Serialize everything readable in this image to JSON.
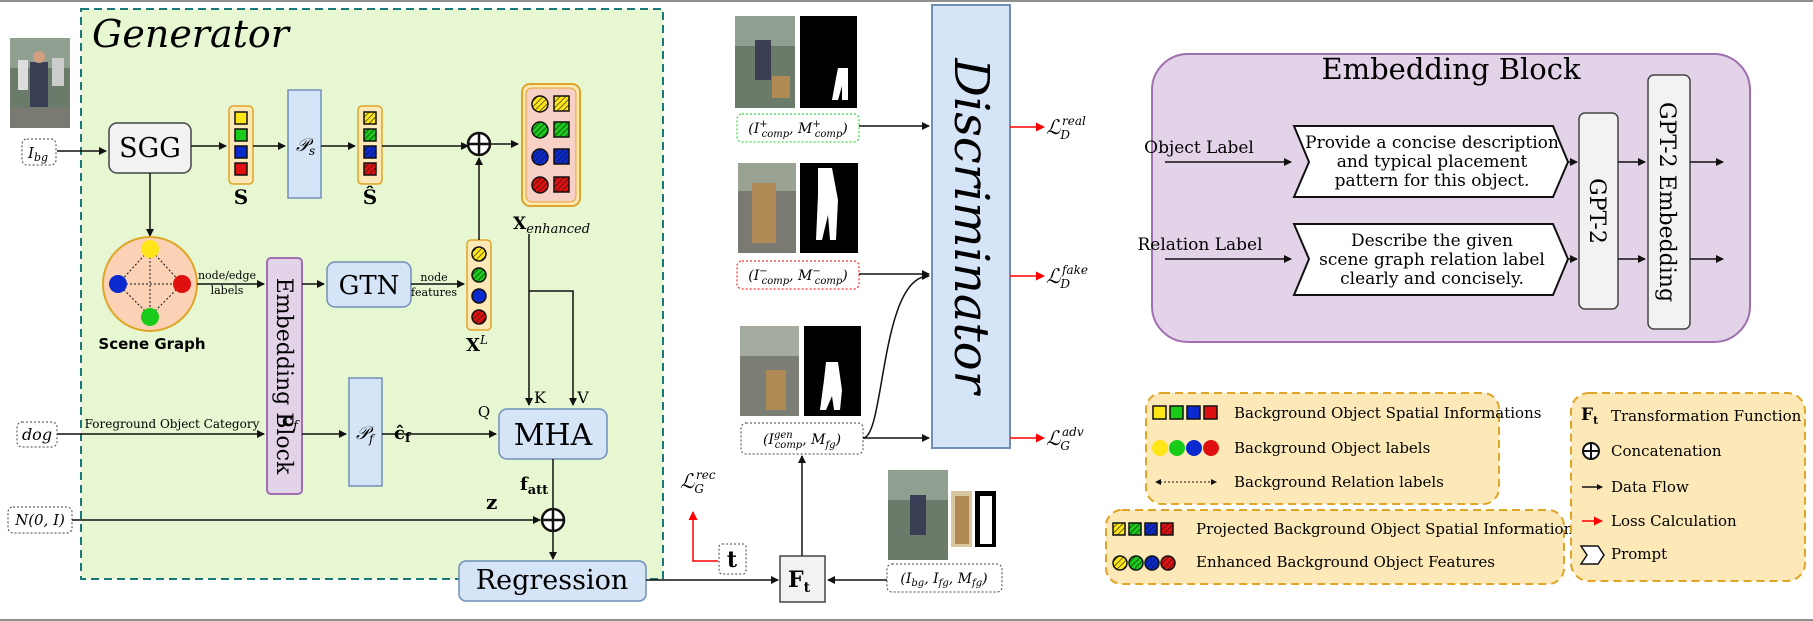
{
  "generator": {
    "title": "Generator",
    "input_bg": "I_bg",
    "input_dog": "dog",
    "input_noise": "N(0, I)",
    "sgg": "SGG",
    "ps": "P_s",
    "s_label": "S",
    "s_hat_label": "Ŝ",
    "x_enhanced": "X_enhanced",
    "scene_graph": "Scene Graph",
    "node_edge_labels_1": "node/edge",
    "node_edge_labels_2": "labels",
    "embedding_block": "Embedding Block",
    "gtn": "GTN",
    "node_features_1": "node",
    "node_features_2": "features",
    "xl": "X^L",
    "foreground_category": "Foreground Object Category",
    "cf": "c_f",
    "pf": "P_f",
    "cf_hat": "ĉ_f",
    "q": "Q",
    "k": "K",
    "v": "V",
    "mha": "MHA",
    "fatt": "f_att",
    "z": "z",
    "regression": "Regression"
  },
  "middle": {
    "pos_pair": "(I+comp, M+comp)",
    "neg_pair": "(I−comp, M−comp)",
    "gen_pair": "(Igen comp, Mfg)",
    "input_triplet": "(Ibg, Ifg, Mfg)",
    "discriminator": "Discriminator",
    "loss_real": "L_D^real",
    "loss_fake": "L_D^fake",
    "loss_adv": "L_G^adv",
    "loss_rec": "L_G^rec",
    "t": "t",
    "ft": "F_t"
  },
  "embedding_block": {
    "title": "Embedding Block",
    "object_label": "Object Label",
    "relation_label": "Relation Label",
    "object_prompt": [
      "Provide a concise description",
      "and typical placement",
      "pattern for this object."
    ],
    "relation_prompt": [
      "Describe the given",
      "scene graph relation label",
      "clearly and concisely."
    ],
    "gpt2": "GPT-2",
    "gpt2_embedding": "GPT-2 Embedding"
  },
  "legend": {
    "spatial": "Background Object Spatial Informations",
    "labels": "Background Object labels",
    "relations": "Background Relation labels",
    "projected": "Projected Background Object Spatial Informations",
    "enhanced": "Enhanced Background Object Features",
    "ft": "Transformation Function",
    "concat": "Concatenation",
    "flow": "Data Flow",
    "loss": "Loss Calculation",
    "prompt": "Prompt"
  },
  "colors": {
    "generator_bg": "#e6f7d2",
    "generator_border": "#1a7a7a",
    "blue_box": "#d5e4f7",
    "blue_border": "#6f8fb8",
    "purple": "#e3d3e8",
    "purple_border": "#a06fb0",
    "legend_bg": "#fde9b8",
    "legend_border": "#e0a526",
    "loss_red": "#ff0000",
    "yellow": "#ffe619",
    "green": "#19cc19",
    "blue": "#0a2ad0",
    "red": "#e01010"
  }
}
